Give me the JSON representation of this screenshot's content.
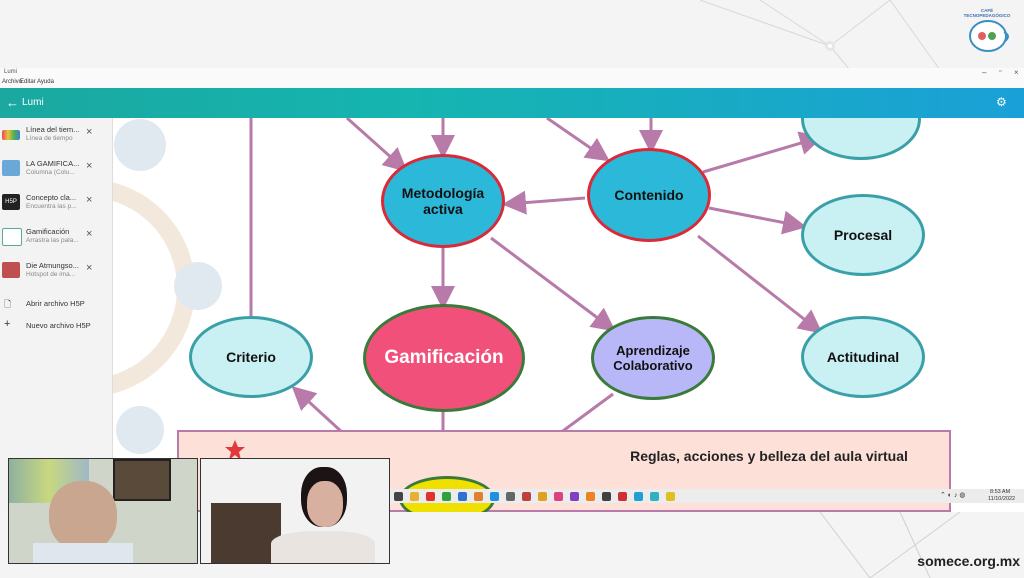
{
  "window": {
    "title": "Lumi",
    "menu": [
      "Archivo",
      "Editar",
      "Ayuda"
    ],
    "appbar_title": "Lumi"
  },
  "sidebar": {
    "items": [
      {
        "title": "Línea del tiem...",
        "subtitle": "Línea de tiempo"
      },
      {
        "title": "LA GAMIFICA...",
        "subtitle": "Columna (Colu..."
      },
      {
        "title": "Concepto cla...",
        "subtitle": "Encuentra las p..."
      },
      {
        "title": "Gamificación",
        "subtitle": "Arrastra las pala..."
      },
      {
        "title": "Die Atmungso...",
        "subtitle": "Hotspot de ima..."
      }
    ],
    "close_symbol": "×",
    "actions": [
      {
        "icon": "file-icon",
        "label": "Abrir archivo H5P"
      },
      {
        "icon": "plus-icon",
        "label": "Nuevo archivo H5P"
      }
    ]
  },
  "diagram": {
    "nodes": {
      "metodologia": "Metodología activa",
      "contenido": "Contenido",
      "procesal": "Procesal",
      "criterio": "Criterio",
      "gamificacion": "Gamificación",
      "aprendizaje": "Aprendizaje Colaborativo",
      "actitudinal": "Actitudinal"
    },
    "banner": "Reglas, acciones y belleza del aula virtual"
  },
  "taskbar": {
    "time": "8:53 AM",
    "date": "11/10/2022"
  },
  "watermark": "somece.org.mx",
  "logo_text": "CAFÉ TECNOPEDAGÓGICO",
  "colors": {
    "appbar": "#16b5b0",
    "node_cyan": "#2cb8d8",
    "node_light": "#c9f0f2",
    "gamificacion": "#f0507a",
    "aprendizaje": "#b8b8f8",
    "banner": "#fde0d8",
    "arrow": "#b87aa8"
  }
}
